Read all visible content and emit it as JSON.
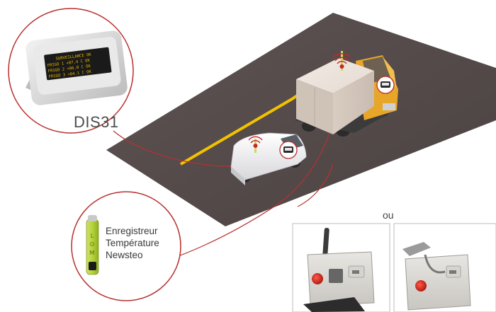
{
  "display": {
    "label": "DIS31",
    "screen_lines": [
      "SURVEILLANCE OK",
      "FRIGO 1 +07.4 C  OK",
      "FRIGO 2 +06.0 C  OK",
      "FRIGO 3 +04.1 C  OK"
    ]
  },
  "logger": {
    "line1": "Enregistreur",
    "line2": "Température",
    "line3": "Newsteo",
    "body_text": "LOM"
  },
  "alternative": {
    "label": "ou"
  },
  "colors": {
    "circle_line": "#b8302f",
    "road": "#5a5050",
    "road_stripe": "#f2c200",
    "logger_green": "#b5d33a",
    "antenna_red": "#c62828"
  }
}
